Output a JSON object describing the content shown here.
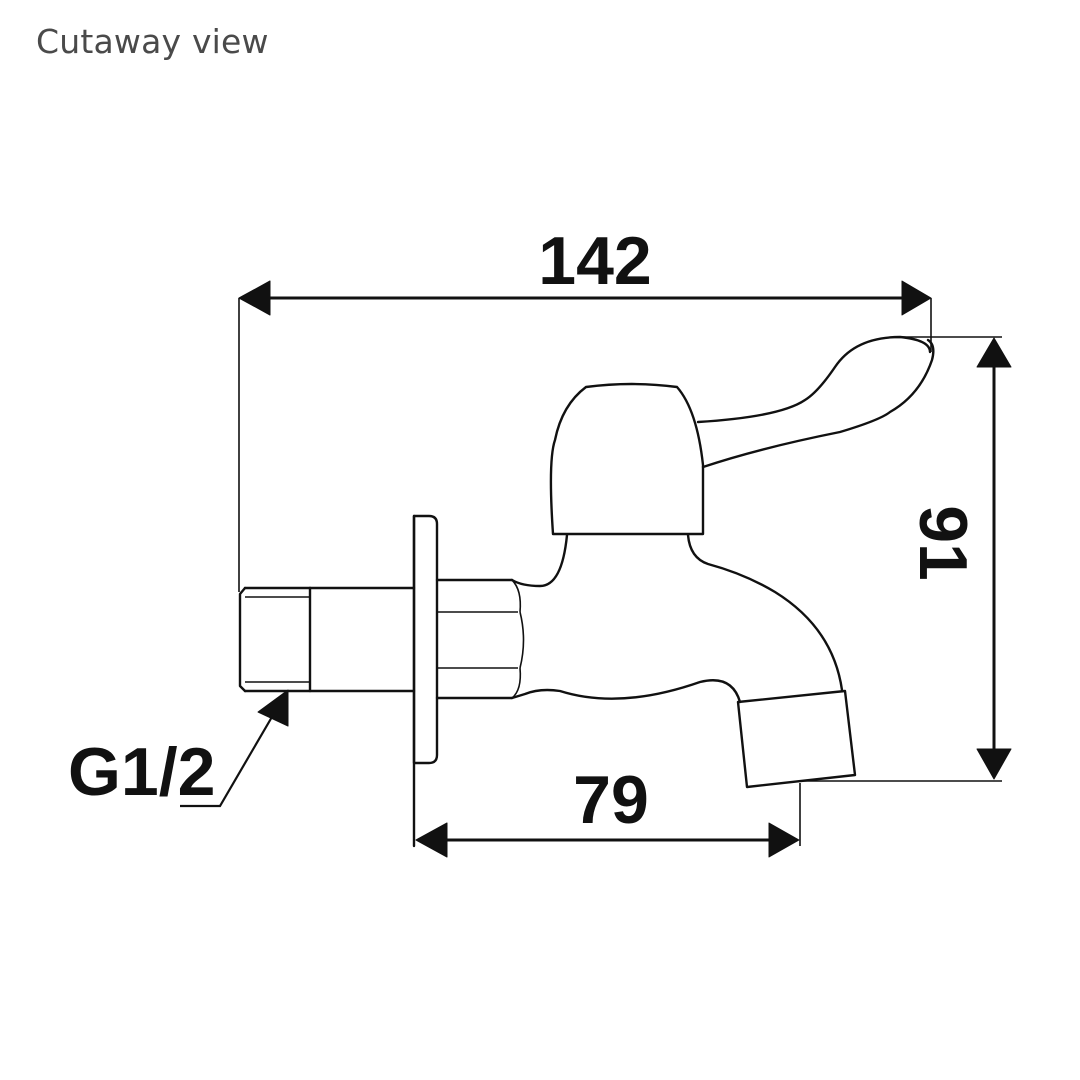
{
  "title": "Cutaway view",
  "dimensions": {
    "total_length": "142",
    "height": "91",
    "outlet_depth": "79",
    "thread": "G1/2"
  },
  "colors": {
    "line": "#111111",
    "title": "#4a4a4a",
    "background": "#ffffff"
  }
}
